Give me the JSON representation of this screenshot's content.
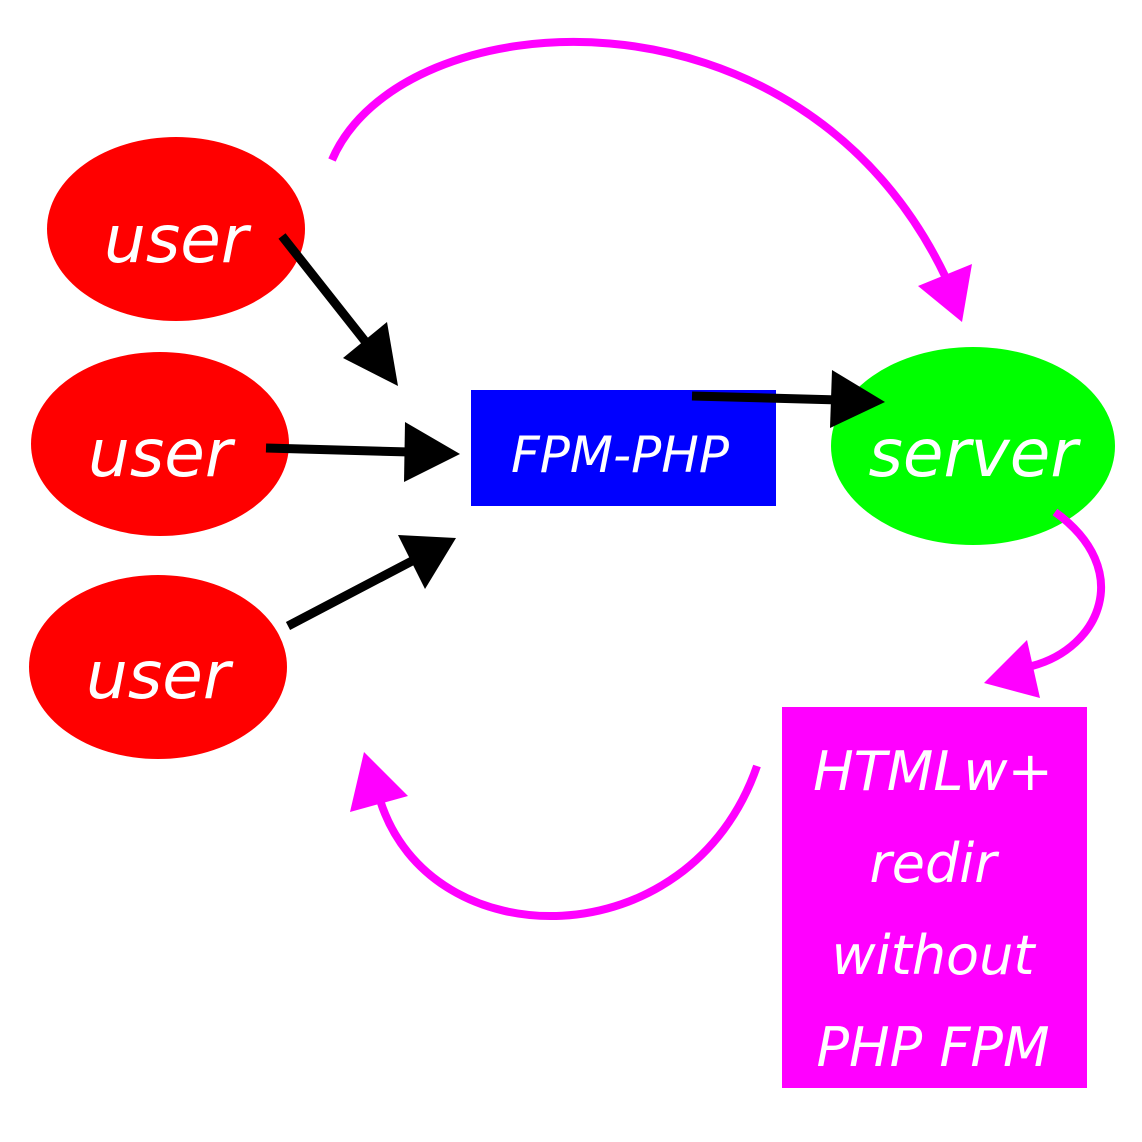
{
  "nodes": {
    "user_top": {
      "label": "user",
      "shape": "ellipse",
      "color": "#ff0000"
    },
    "user_middle": {
      "label": "user",
      "shape": "ellipse",
      "color": "#ff0000"
    },
    "user_bottom": {
      "label": "user",
      "shape": "ellipse",
      "color": "#ff0000"
    },
    "fpm_php": {
      "label": "FPM-PHP",
      "shape": "rectangle",
      "color": "#0000ff"
    },
    "server": {
      "label": "server",
      "shape": "ellipse",
      "color": "#00ff00"
    },
    "html_redir": {
      "shape": "rectangle",
      "color": "#ff00ff",
      "lines": [
        "HTMLw+",
        "redir",
        "without",
        "PHP FPM"
      ]
    }
  },
  "edges": [
    {
      "from": "user_top",
      "to": "fpm_php",
      "color": "#000000",
      "style": "straight-arrow"
    },
    {
      "from": "user_middle",
      "to": "fpm_php",
      "color": "#000000",
      "style": "straight-arrow"
    },
    {
      "from": "user_bottom",
      "to": "fpm_php",
      "color": "#000000",
      "style": "straight-arrow"
    },
    {
      "from": "fpm_php",
      "to": "server",
      "color": "#000000",
      "style": "straight-arrow"
    },
    {
      "from": "user_top",
      "to": "server",
      "color": "#ff00ff",
      "style": "curved-arrow"
    },
    {
      "from": "server",
      "to": "html_redir",
      "color": "#ff00ff",
      "style": "curved-arrow"
    },
    {
      "from": "html_redir",
      "to": "user_bottom",
      "color": "#ff00ff",
      "style": "curved-arrow"
    }
  ]
}
